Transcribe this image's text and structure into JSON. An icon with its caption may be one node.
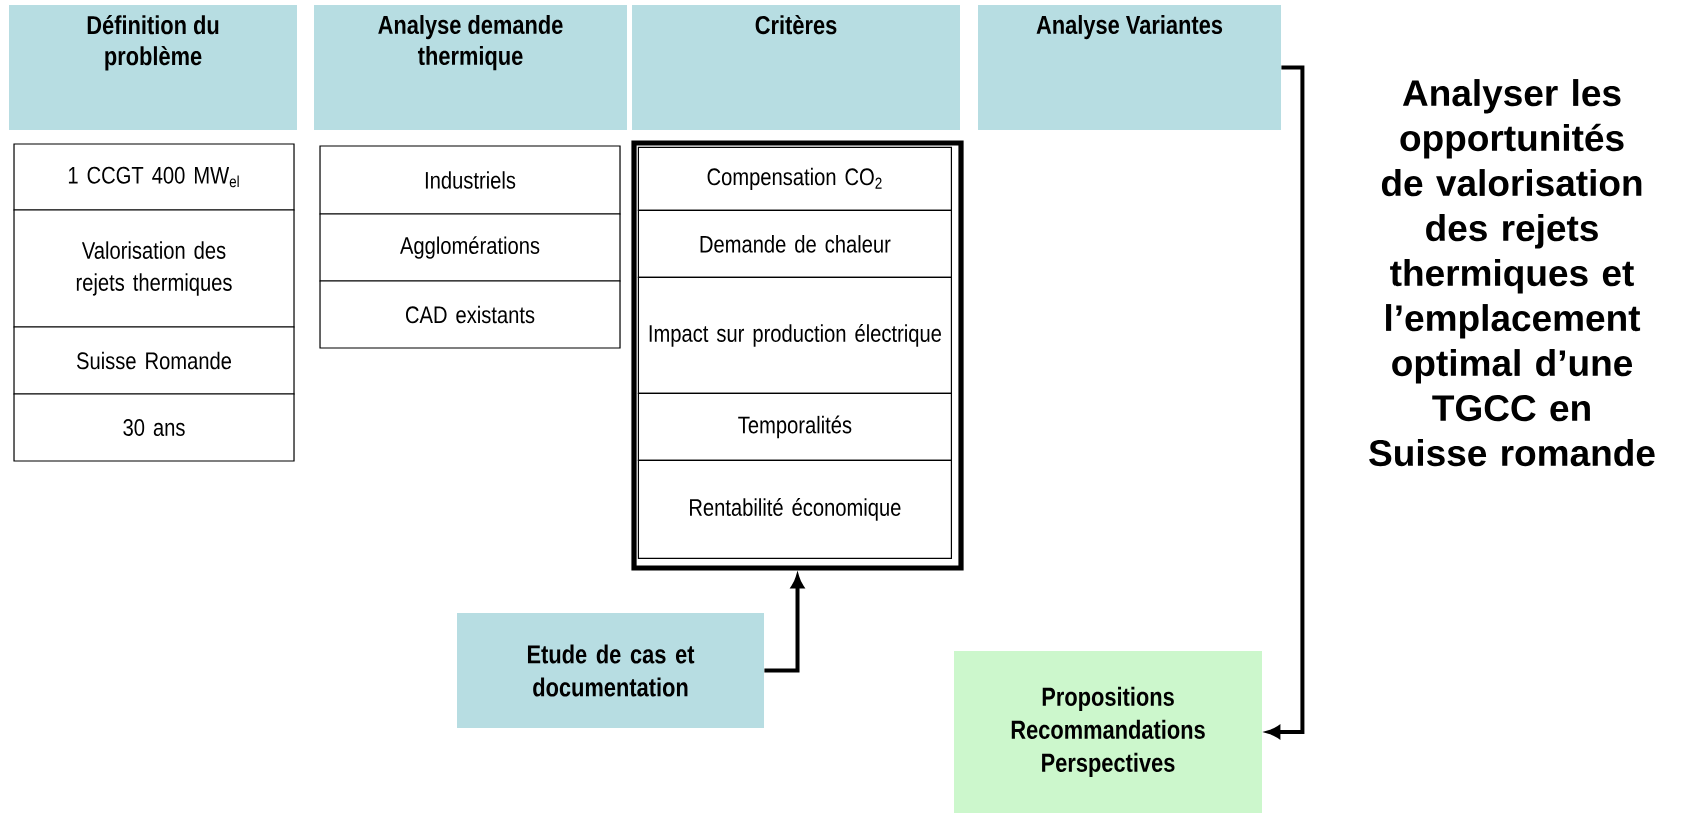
{
  "diagram": {
    "nodes": [
      {
        "text": [
          "Définition du problème"
        ]
      },
      {
        "text": [
          "Analyse demande thermique"
        ]
      },
      {
        "text": [
          "Critères"
        ]
      },
      {
        "text": [
          "Analyse Variantes"
        ]
      },
      {
        "text": [
          "1 CCGT 400 MW$_{el}$"
        ]
      },
      {
        "text": [
          "Valorisation des rejets thermiques"
        ]
      },
      {
        "text": [
          "Suisse Romande"
        ]
      },
      {
        "text": [
          "30 ans"
        ]
      },
      {
        "text": [
          "Industriels"
        ]
      },
      {
        "text": [
          "Agglomérations"
        ]
      },
      {
        "text": [
          "CAD existants"
        ]
      },
      {
        "text": [],
        "shape": "box"
      },
      {
        "text": [
          "Compensation CO$_{2}$"
        ],
        "in": 11
      },
      {
        "text": [
          "Demande de chaleur"
        ],
        "in": 11
      },
      {
        "text": [
          "Impact sur production électrique"
        ],
        "in": 11
      },
      {
        "text": [
          "Temporalités"
        ],
        "in": 11
      },
      {
        "text": [
          "Rentabilité économique"
        ],
        "in": 11
      },
      {
        "text": [
          "Etude de cas et documentation"
        ]
      },
      {
        "text": [
          "Propositions Recommandations Perspectives"
        ]
      }
    ],
    "edges": [
      {
        "from": 17,
        "to": 11,
        "arrow": "to"
      },
      {
        "from": 3,
        "to": 18,
        "arrow": "to"
      }
    ],
    "labels": [
      "Analyser les opportunités de valorisation des rejets thermiques et l’emplacement optimal d’une TGCC en Suisse romande"
    ]
  }
}
